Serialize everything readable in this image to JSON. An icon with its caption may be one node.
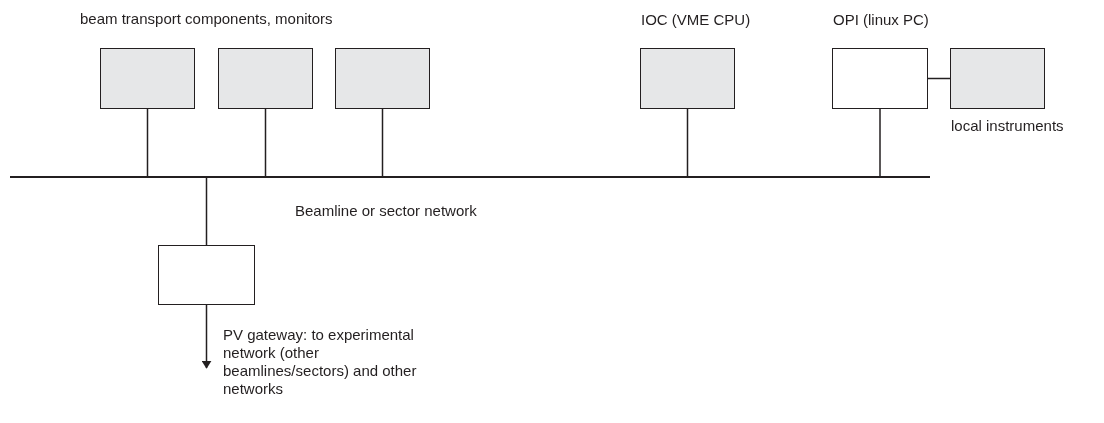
{
  "diagram": {
    "nodes": [
      {
        "text": [],
        "shape": "bar",
        "beside": [
          "Beamline or sector network"
        ]
      },
      {
        "text": [],
        "shape": "box"
      },
      {
        "text": [],
        "shape": "box"
      },
      {
        "text": [],
        "shape": "box"
      },
      {
        "text": [],
        "shape": "box",
        "beside": [
          "IOC (VME CPU)"
        ]
      },
      {
        "text": [],
        "shape": "box",
        "beside": [
          "OPI (linux PC)"
        ]
      },
      {
        "text": [],
        "shape": "box",
        "beside": [
          "local instruments"
        ]
      },
      {
        "text": [],
        "shape": "box",
        "beside": [
          "PV gateway: to experimental network (other beamlines/sectors) and other networks"
        ]
      }
    ],
    "edges": [
      {
        "from": 1,
        "to": 0,
        "arrow": "none"
      },
      {
        "from": 2,
        "to": 0,
        "arrow": "none"
      },
      {
        "from": 3,
        "to": 0,
        "arrow": "none"
      },
      {
        "from": 4,
        "to": 0,
        "arrow": "none"
      },
      {
        "from": 5,
        "to": 0,
        "arrow": "none"
      },
      {
        "from": 5,
        "to": 6,
        "arrow": "none"
      },
      {
        "from": 0,
        "to": 7,
        "arrow": "none"
      },
      {
        "from": 7,
        "to": null,
        "arrow": "to"
      }
    ],
    "labels": [
      "beam transport components, monitors"
    ]
  }
}
